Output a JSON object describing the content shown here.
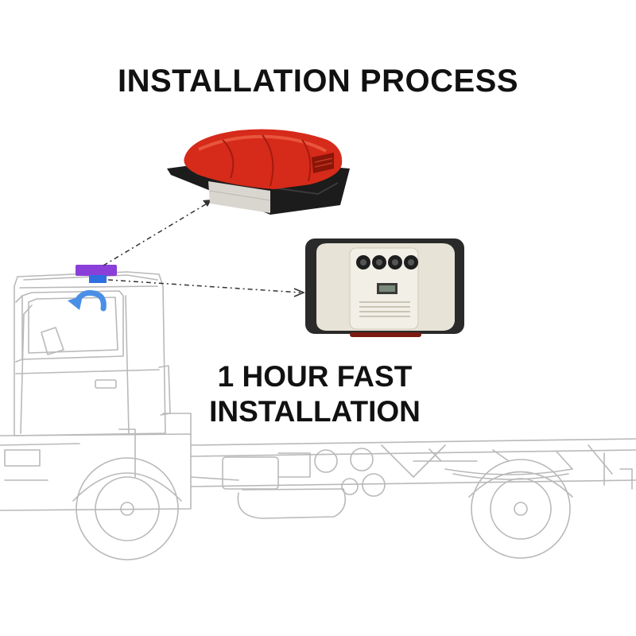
{
  "header": {
    "title": "INSTALLATION PROCESS"
  },
  "tagline": {
    "line1": "1 HOUR FAST",
    "line2": "INSTALLATION"
  },
  "colors": {
    "roof_unit_red": "#d62a1a",
    "roof_unit_base": "#1c1c1c",
    "roof_marker": "#8b3fd9",
    "cab_marker": "#2f6fe0",
    "panel_face": "#e7e3d6",
    "panel_frame": "#2a2a2a",
    "line_art": "#b9b9b9"
  },
  "icons": {
    "roof_unit": "rooftop-ac-unit-image",
    "indoor_panel": "indoor-control-panel-image",
    "rotate_arrow": "rotate-arrow-icon"
  }
}
